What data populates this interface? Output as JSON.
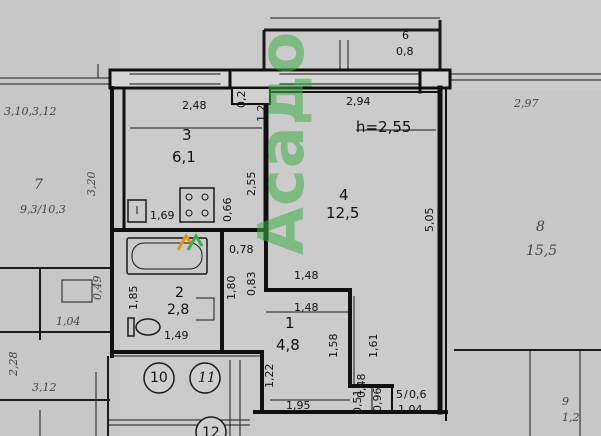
{
  "ceiling_height": "h=2,55",
  "watermark": {
    "text": "Асадо",
    "color": "#3fae49"
  },
  "rooms": [
    {
      "id": "1",
      "area": "4,8"
    },
    {
      "id": "2",
      "area": "2,8"
    },
    {
      "id": "3",
      "area": "6,1"
    },
    {
      "id": "4",
      "area": "12,5"
    },
    {
      "id": "5",
      "area": "0,6"
    },
    {
      "id": "6",
      "area": "0,8"
    }
  ],
  "neighbor_rooms": [
    {
      "id": "7",
      "area": "9,3/10,3"
    },
    {
      "id": "8",
      "area": "15,5"
    },
    {
      "id": "9",
      "area": "1,2"
    }
  ],
  "circles": [
    "10",
    "11",
    "12"
  ],
  "dimensions": {
    "kitchen_top": "2,48",
    "main_top": "2,94",
    "right_top": "2,97",
    "left_top": "3,10,3,12",
    "left_vert": "3,20",
    "kitchen_vert": "2,55",
    "main_right_vert": "5,05",
    "wall_stub": "0,2",
    "wall_stub_2": "1,2",
    "kitchen_bottom_left": "1,69",
    "kitchen_bottom_mid": "0,66",
    "bath_right_top": "0,78",
    "bath_vert": "1,80",
    "corridor_vert": "0,83",
    "bath_left_vert": "1,85",
    "bath_bottom": "1,49",
    "corridor_top": "1,48",
    "corridor_mid": "1,48",
    "corridor_right_vert_a": "1,61",
    "corridor_right_vert_b": "1,58",
    "hall_left_vert": "1,22",
    "hall_bottom": "1,95",
    "small_a": "0,48",
    "small_b": "0,51",
    "small_c": "1,04",
    "small_d": "0,96",
    "left_small": "1,04",
    "left_small_2": "0,49",
    "left_lower": "3,12",
    "left_lower_vert": "2,28"
  }
}
